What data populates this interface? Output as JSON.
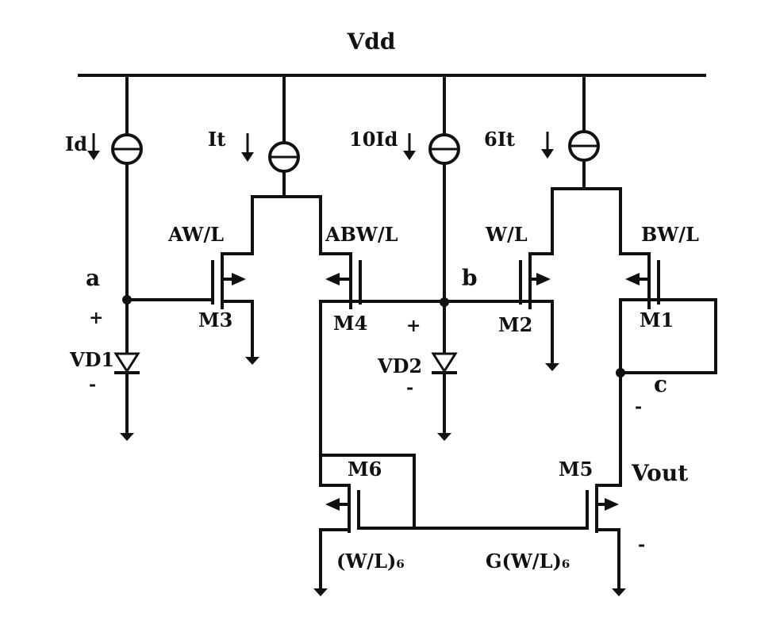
{
  "rail_label": "Vdd",
  "sources": [
    {
      "id": "src-1",
      "label": "Id"
    },
    {
      "id": "src-2",
      "label": "It"
    },
    {
      "id": "src-3",
      "label": "10Id"
    },
    {
      "id": "src-4",
      "label": "6It"
    }
  ],
  "transistors": {
    "m3": {
      "name": "M3",
      "ratio": "AW/L"
    },
    "m4": {
      "name": "M4",
      "ratio": "ABW/L"
    },
    "m2": {
      "name": "M2",
      "ratio": "W/L"
    },
    "m1": {
      "name": "M1",
      "ratio": "BW/L"
    },
    "m6": {
      "name": "M6",
      "ratio": "(W/L)₆"
    },
    "m5": {
      "name": "M5",
      "ratio": "G(W/L)₆"
    }
  },
  "diodes": [
    {
      "id": "vd1",
      "label": "VD1"
    },
    {
      "id": "vd2",
      "label": "VD2"
    }
  ],
  "nodes": {
    "a": "a",
    "b": "b",
    "c": "c"
  },
  "output_label": "Vout",
  "signs": {
    "plus": "+",
    "minus": "-"
  }
}
